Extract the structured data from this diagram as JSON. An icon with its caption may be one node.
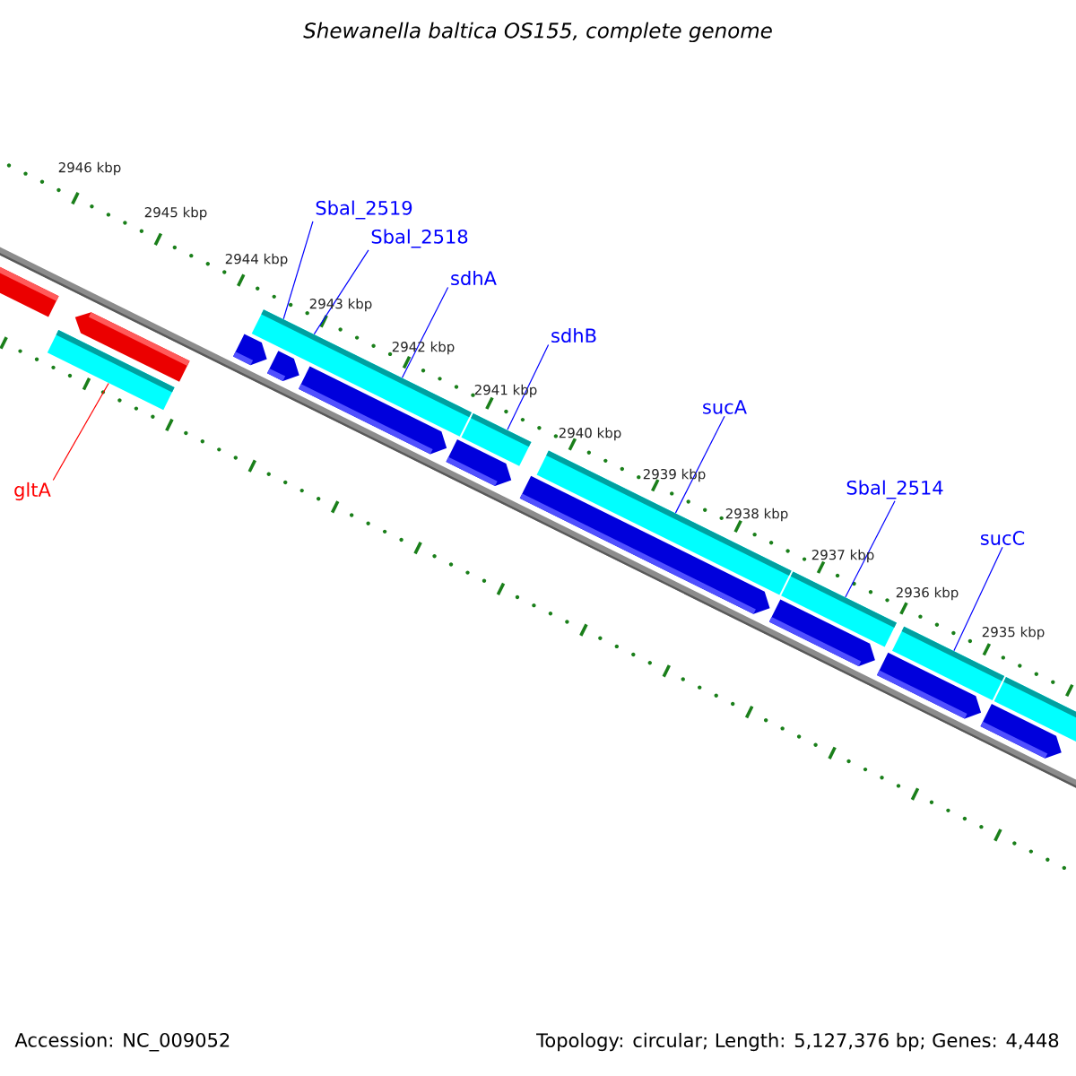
{
  "diagram": {
    "title": "Shewanella baltica OS155, complete genome",
    "nodes": [
      {
        "text": [
          "Sbal_2519"
        ]
      },
      {
        "text": [
          "Sbal_2518"
        ]
      },
      {
        "text": [
          "sdhA"
        ]
      },
      {
        "text": [
          "sdhB"
        ]
      },
      {
        "text": [
          "sucA"
        ]
      },
      {
        "text": [
          "Sbal_2514"
        ]
      },
      {
        "text": [
          "sucC"
        ]
      },
      {
        "text": [
          "gltA"
        ]
      },
      {
        "text": [],
        "shape": "bar"
      },
      {
        "text": [],
        "shape": "bar"
      },
      {
        "text": [],
        "shape": "bar"
      },
      {
        "text": [],
        "shape": "bar"
      },
      {
        "text": [],
        "shape": "bar"
      },
      {
        "text": [],
        "shape": "bar"
      },
      {
        "text": [],
        "shape": "bar"
      }
    ],
    "edges": [
      {
        "from": 0,
        "to": 9,
        "arrow": "none"
      },
      {
        "from": 1,
        "to": 9,
        "arrow": "none"
      },
      {
        "from": 2,
        "to": 9,
        "arrow": "none"
      },
      {
        "from": 3,
        "to": 10,
        "arrow": "none"
      },
      {
        "from": 4,
        "to": 11,
        "arrow": "none"
      },
      {
        "from": 5,
        "to": 12,
        "arrow": "none"
      },
      {
        "from": 6,
        "to": 13,
        "arrow": "none"
      },
      {
        "from": 7,
        "to": 8,
        "arrow": "none",
        "color": "#ff0000"
      }
    ],
    "labels": [
      "2946 kbp",
      "2945 kbp",
      "2944 kbp",
      "2943 kbp",
      "2942 kbp",
      "2941 kbp",
      "2940 kbp",
      "2939 kbp",
      "2938 kbp",
      "2937 kbp",
      "2936 kbp",
      "2935 kbp",
      "Accession: NC_009052",
      "Topology: circular; Length: 5,127,376 bp; Genes: 4,448"
    ]
  }
}
